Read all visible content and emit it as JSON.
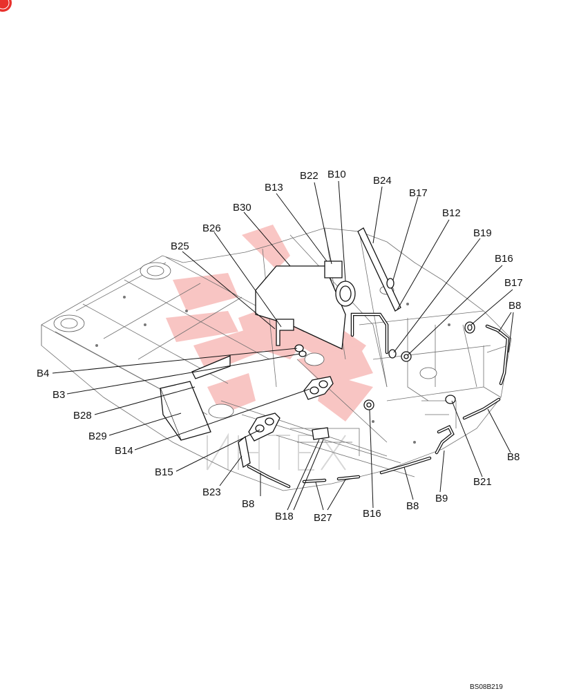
{
  "diagram": {
    "drawing_code": "BS08B219",
    "colors": {
      "watermark": "#e8312c",
      "ink": "#111111",
      "frame": "#6f6f6f"
    },
    "labels": {
      "B22": "B22",
      "B10": "B10",
      "B24": "B24",
      "B13": "B13",
      "B17_top": "B17",
      "B30": "B30",
      "B12": "B12",
      "B26": "B26",
      "B19": "B19",
      "B25": "B25",
      "B16_right": "B16",
      "B17_right": "B17",
      "B8_top_right": "B8",
      "B4": "B4",
      "B3": "B3",
      "B28": "B28",
      "B29": "B29",
      "B14": "B14",
      "B15": "B15",
      "B8_right": "B8",
      "B21": "B21",
      "B23": "B23",
      "B8_left": "B8",
      "B9": "B9",
      "B8_bottom": "B8",
      "B18": "B18",
      "B27": "B27",
      "B16_bottom": "B16"
    }
  }
}
